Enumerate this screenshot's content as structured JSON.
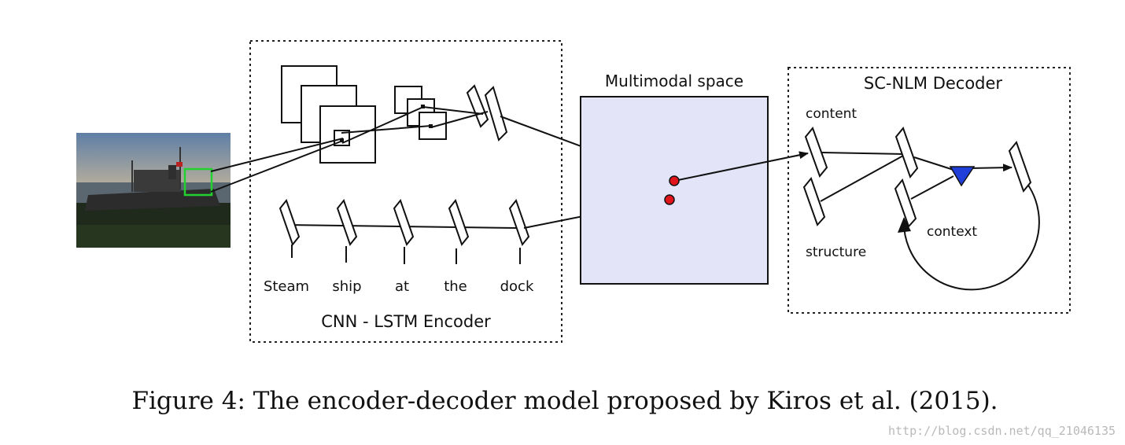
{
  "diagram": {
    "encoder": {
      "title": "CNN - LSTM Encoder",
      "words": [
        "Steam",
        "ship",
        "at",
        "the",
        "dock"
      ]
    },
    "multimodal": {
      "title": "Multimodal space",
      "fill_color": "#e3e4f8"
    },
    "decoder": {
      "title": "SC-NLM Decoder",
      "labels": {
        "content": "content",
        "structure": "structure",
        "context": "context"
      },
      "gate_color": "#1f3fd8"
    },
    "colors": {
      "embedding_point": "#e0141b",
      "crop_box": "#22d12f",
      "stroke": "#111111"
    }
  },
  "caption": "Figure 4: The encoder-decoder model proposed by Kiros et al. (2015).",
  "watermark": "http://blog.csdn.net/qq_21046135"
}
